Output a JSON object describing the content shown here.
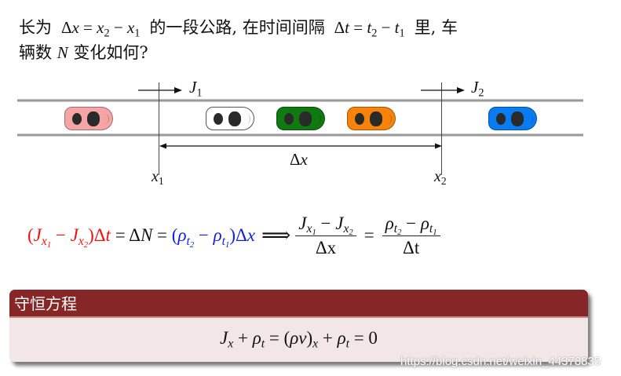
{
  "question": {
    "line1_prefix": "长为",
    "line1_formula": "Δx = x₂ − x₁",
    "line1_mid": "的一段公路, 在时间间隔",
    "line1_formula2": "Δt = t₂ − t₁",
    "line1_suffix": "里, 车",
    "line2_prefix": "辆数",
    "line2_var": "N",
    "line2_suffix": "变化如何?"
  },
  "diagram": {
    "flux_left_label": "J",
    "flux_left_sub": "1",
    "flux_right_label": "J",
    "flux_right_sub": "2",
    "span_label": "Δx",
    "x1_label": "x",
    "x1_sub": "1",
    "x2_label": "x",
    "x2_sub": "2",
    "cars": [
      {
        "color": "#f6a5a6",
        "name": "pink-car"
      },
      {
        "color": "#ffffff",
        "name": "white-car"
      },
      {
        "color": "#0f7a0f",
        "name": "green-car"
      },
      {
        "color": "#f7830d",
        "name": "orange-car"
      },
      {
        "color": "#0a7cf2",
        "name": "blue-car"
      }
    ]
  },
  "equation": {
    "red_part": "(J_x1 − J_x2)Δt",
    "middle": "= ΔN =",
    "blue_part": "(ρ_t2 − ρ_t1)Δx",
    "implies": "⟹",
    "frac1_num": "J_x1 − J_x2",
    "frac1_den": "Δx",
    "eq": "=",
    "frac2_num": "ρ_t2 − ρ_t1",
    "frac2_den": "Δt",
    "colors": {
      "red": "#ee1111",
      "blue": "#1122dd"
    }
  },
  "block": {
    "title": "守恒方程",
    "formula": "J_x + ρ_t = (ρv)_x + ρ_t = 0",
    "header_color": "#862627",
    "body_color": "#f3e6e6"
  },
  "watermark": "https://blog.csdn.net/weixin_44378835"
}
